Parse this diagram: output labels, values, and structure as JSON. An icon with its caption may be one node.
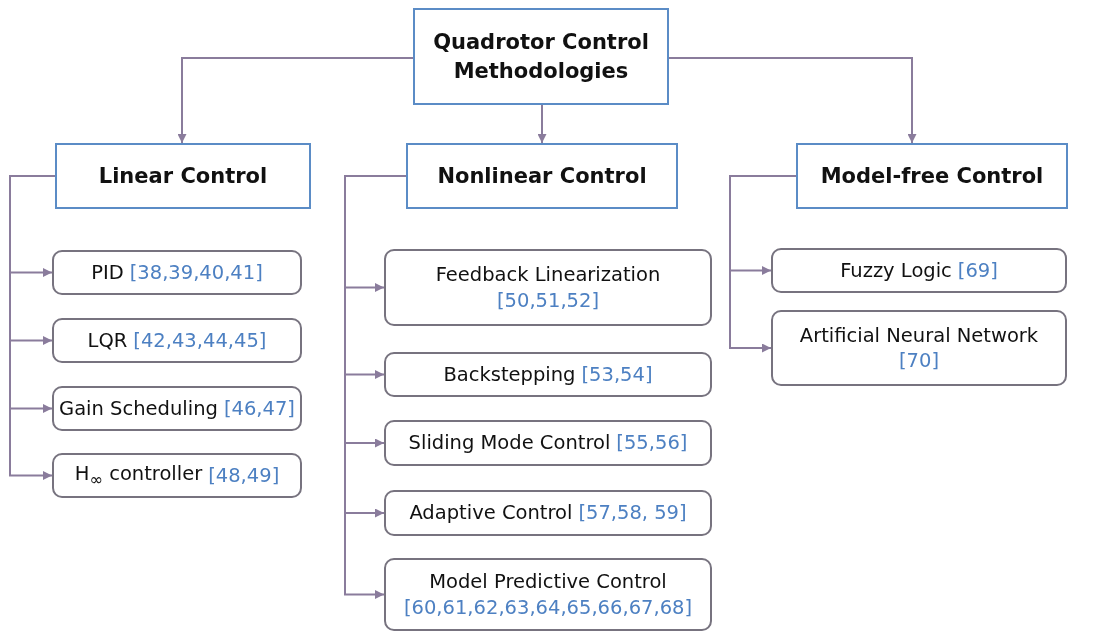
{
  "diagram": {
    "nodes": [
      {
        "text": [
          "Quadrotor Control Methodologies"
        ]
      },
      {
        "text": [
          "Linear Control"
        ]
      },
      {
        "text": [
          "Nonlinear Control"
        ]
      },
      {
        "text": [
          "Model-free Control"
        ]
      },
      {
        "text": [
          "PID",
          "[38,39,40,41]"
        ]
      },
      {
        "text": [
          "LQR",
          "[42,43,44,45]"
        ]
      },
      {
        "text": [
          "Gain Scheduling",
          "[46,47]"
        ]
      },
      {
        "text": [
          "H$_{∞}$ controller",
          "[48,49]"
        ]
      },
      {
        "text": [
          "Feedback Linearization",
          "[50,51,52]"
        ]
      },
      {
        "text": [
          "Backstepping",
          "[53,54]"
        ]
      },
      {
        "text": [
          "Sliding Mode Control",
          "[55,56]"
        ]
      },
      {
        "text": [
          "Adaptive Control",
          "[57,58, 59]"
        ]
      },
      {
        "text": [
          "Model Predictive Control",
          "[60,61,62,63,64,65,66,67,68]"
        ]
      },
      {
        "text": [
          "Fuzzy Logic",
          "[69]"
        ]
      },
      {
        "text": [
          "Artificial Neural Network",
          "[70]"
        ]
      }
    ],
    "edges": [
      {
        "from": 0,
        "to": 1,
        "arrow": "to"
      },
      {
        "from": 0,
        "to": 2,
        "arrow": "to"
      },
      {
        "from": 0,
        "to": 3,
        "arrow": "to"
      },
      {
        "from": 1,
        "to": 4,
        "arrow": "to"
      },
      {
        "from": 1,
        "to": 5,
        "arrow": "to"
      },
      {
        "from": 1,
        "to": 6,
        "arrow": "to"
      },
      {
        "from": 1,
        "to": 7,
        "arrow": "to"
      },
      {
        "from": 2,
        "to": 8,
        "arrow": "to"
      },
      {
        "from": 2,
        "to": 9,
        "arrow": "to"
      },
      {
        "from": 2,
        "to": 10,
        "arrow": "to"
      },
      {
        "from": 2,
        "to": 11,
        "arrow": "to"
      },
      {
        "from": 2,
        "to": 12,
        "arrow": "to"
      },
      {
        "from": 3,
        "to": 13,
        "arrow": "to"
      },
      {
        "from": 3,
        "to": 14,
        "arrow": "to"
      }
    ]
  }
}
